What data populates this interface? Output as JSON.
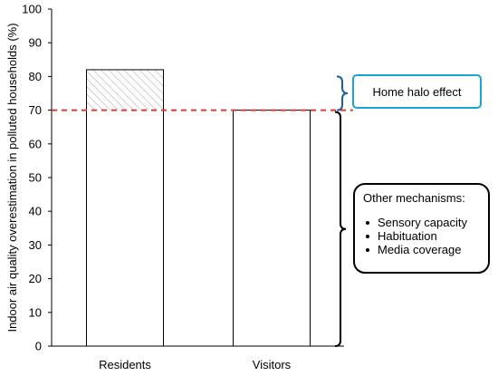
{
  "chart_data": {
    "type": "bar",
    "categories": [
      "Residents",
      "Visitors"
    ],
    "values": [
      82,
      70
    ],
    "ylabel": "Indoor air quality overestimation in polluted households (%)",
    "xlabel": "",
    "ylim": [
      0,
      100
    ],
    "yticks": [
      0,
      10,
      20,
      30,
      40,
      50,
      60,
      70,
      80,
      90,
      100
    ],
    "reference_line": {
      "value": 70,
      "color": "#e53935",
      "style": "dashed"
    },
    "hatched_segment": {
      "category": "Residents",
      "from": 70,
      "to": 82
    },
    "annotations": {
      "halo": {
        "label": "Home halo effect",
        "from": 70,
        "to": 80,
        "border_color": "#1aa3d4"
      },
      "other": {
        "title": "Other mechanisms:",
        "items": [
          "Sensory capacity",
          "Habituation",
          "Media coverage"
        ],
        "from": 0,
        "to": 70
      }
    },
    "colors": {
      "bar_fill": "#ffffff",
      "bar_stroke": "#000000",
      "hatch": "#9e9e9e",
      "brace_other": "#000000",
      "brace_halo": "#1f5f9e"
    }
  }
}
